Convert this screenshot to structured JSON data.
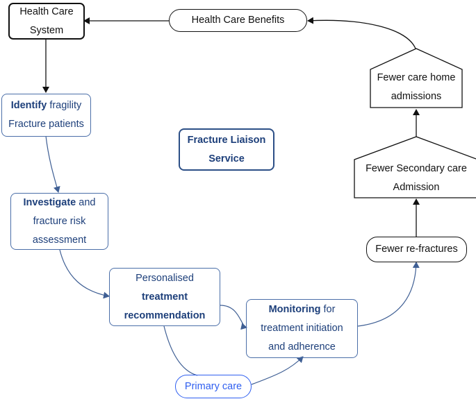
{
  "nodes": {
    "health_care_system": {
      "line1": "Health Care",
      "line2": "System"
    },
    "health_care_benefits": {
      "label": "Health Care Benefits"
    },
    "fewer_care_home": {
      "line1": "Fewer care home",
      "line2": "admissions"
    },
    "fewer_secondary": {
      "line1": "Fewer Secondary care",
      "line2": "Admission"
    },
    "fewer_refractures": {
      "label": "Fewer re-fractures"
    },
    "identify": {
      "bold": "Identify",
      "rest": " fragility",
      "line2": "Fracture patients"
    },
    "fls": {
      "line1": "Fracture Liaison",
      "line2": "Service"
    },
    "investigate": {
      "bold": "Investigate",
      "rest": " and",
      "line2": "fracture risk",
      "line3": "assessment"
    },
    "personalised": {
      "line1": "Personalised",
      "line2": "treatment",
      "line3": "recommendation"
    },
    "monitoring": {
      "bold": "Monitoring",
      "rest": " for",
      "line2": "treatment initiation",
      "line3": "and adherence"
    },
    "primary_care": {
      "label": "Primary care"
    }
  },
  "colors": {
    "black": "#111111",
    "navy": "#1d3f7a",
    "steel": "#4a6ea8",
    "bright_blue": "#2f5ff0"
  }
}
